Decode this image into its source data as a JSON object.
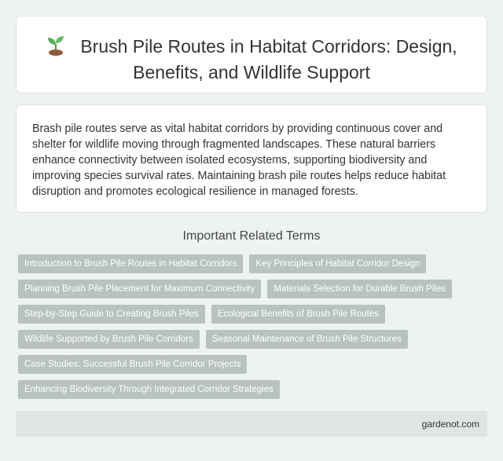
{
  "header": {
    "icon": "sprout-icon",
    "title_line1": "Brush Pile Routes in Habitat Corridors: Design,",
    "title_line2": "Benefits, and Wildlife Support"
  },
  "intro": {
    "text": "Brash pile routes serve as vital habitat corridors by providing continuous cover and shelter for wildlife moving through fragmented landscapes. These natural barriers enhance connectivity between isolated ecosystems, supporting biodiversity and improving species survival rates. Maintaining brash pile routes helps reduce habitat disruption and promotes ecological resilience in managed forests."
  },
  "related": {
    "heading": "Important Related Terms",
    "terms": [
      "Introduction to Brush Pile Routes in Habitat Corridors",
      "Key Principles of Habitat Corridor Design",
      "Planning Brush Pile Placement for Maximum Connectivity",
      "Materials Selection for Durable Brush Piles",
      "Step-by-Step Guide to Creating Brush Piles",
      "Ecological Benefits of Brush Pile Routes",
      "Wildlife Supported by Brush Pile Corridors",
      "Seasonal Maintenance of Brush Pile Structures",
      "Case Studies: Successful Brush Pile Corridor Projects",
      "Enhancing Biodiversity Through Integrated Corridor Strategies"
    ]
  },
  "footer": {
    "site": "gardenot.com"
  },
  "colors": {
    "background": "#eef3f1",
    "tag": "#b7c2c1",
    "footer": "#dfe5e2",
    "sprout_leaf": "#4caf50",
    "sprout_pot": "#8d5a3b"
  }
}
